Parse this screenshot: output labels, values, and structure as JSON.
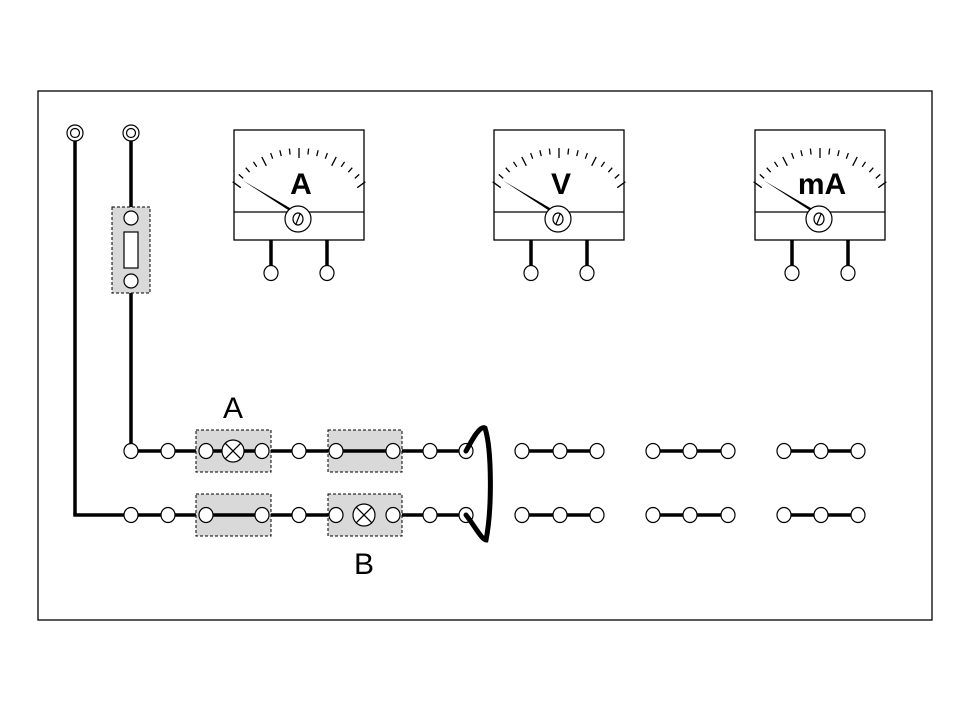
{
  "diagram": {
    "title": "",
    "meters": [
      {
        "id": "ammeter",
        "symbol": "A"
      },
      {
        "id": "voltmeter",
        "symbol": "V"
      },
      {
        "id": "milliammeter",
        "symbol": "mA"
      }
    ],
    "lamp_labels": {
      "top": "A",
      "bottom": "B"
    },
    "components": {
      "fuse": "fuse",
      "lamp_a": "lamp A (top rail)",
      "lamp_b": "lamp B (bottom rail)",
      "jumper": "jumper wire between rails"
    },
    "colors": {
      "line": "#000000",
      "module_fill": "#d9d9d9",
      "background": "#ffffff"
    }
  }
}
